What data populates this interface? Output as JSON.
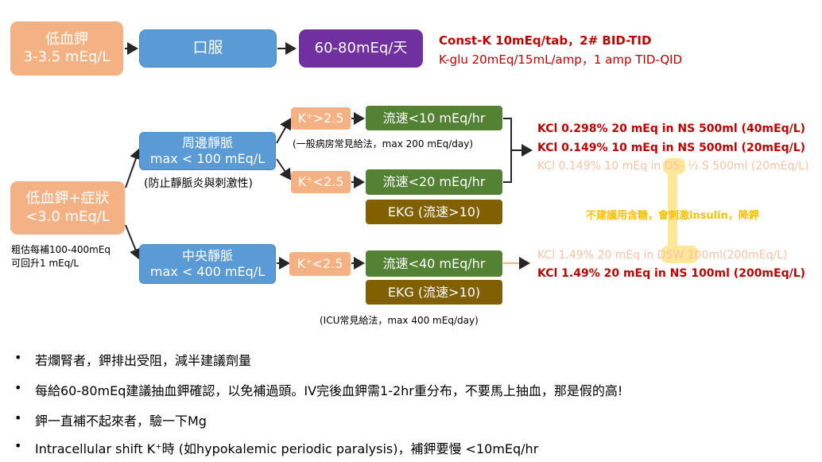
{
  "hypoK_mild": {
    "line1": "低血鉀",
    "line2": "3-3.5 mEq/L"
  },
  "oral": {
    "label": "口服"
  },
  "oral_dose": {
    "label": "60-80mEq/天"
  },
  "oral_regimen": {
    "line1": "Const-K 10mEq/tab，2# BID-TID",
    "line2": "K-glu 20mEq/15mL/amp，1 amp TID-QID"
  },
  "hypoK_sym": {
    "line1": "低血鉀+症狀",
    "line2": "<3.0 mEq/L"
  },
  "estimate_note": {
    "line1": "粗估每補100-400mEq",
    "line2": "可回升1 mEq/L"
  },
  "peripheral": {
    "line1": "周邊靜脈",
    "line2": "max < 100 mEq/L",
    "note": "(防止靜脈炎與刺激性)"
  },
  "central": {
    "line1": "中央靜脈",
    "line2": "max < 400 mEq/L"
  },
  "k_gt_25": {
    "label": "K⁺>2.5"
  },
  "k_lt_25_a": {
    "label": "K⁺<2.5"
  },
  "k_lt_25_b": {
    "label": "K⁺<2.5"
  },
  "rate_10": {
    "label": "流速<10 mEq/hr"
  },
  "rate_20": {
    "label": "流速<20 mEq/hr"
  },
  "rate_40": {
    "label": "流速<40 mEq/hr"
  },
  "ekg_a": {
    "label": "EKG (流速>10)"
  },
  "ekg_b": {
    "label": "EKG (流速>10)"
  },
  "ward_note": {
    "label": "(一般病房常見給法，max 200 mEq/day)"
  },
  "icu_note": {
    "label": "(ICU常見給法，max 400 mEq/day)"
  },
  "kcl_peripheral": [
    "KCl 0.298% 20 mEq in NS 500ml (40mEq/L)",
    "KCl 0.149% 10 mEq in NS 500ml (20mEq/L)",
    "KCl 0.149% 10 mEq in D5- ⅓ S 500ml (20mEq/L)"
  ],
  "glucose_warning": {
    "label": "不建議用含糖，會刺激insulin，降鉀"
  },
  "kcl_central": [
    "KCl 1.49% 20 mEq in D5W 100ml(200mEq/L)",
    "KCl 1.49% 20 mEq in NS 100ml (200mEq/L)"
  ],
  "bullets": [
    "若爛腎者，鉀排出受阻，減半建議劑量",
    "每給60-80mEq建議抽血鉀確認，以免補過頭。IV完後血鉀需1-2hr重分布，不要馬上抽血，那是假的高!",
    "鉀一直補不起來者，驗一下Mg",
    "Intracellular shift K⁺時 (如hypokalemic periodic paralysis)，補鉀要慢 <10mEq/hr"
  ],
  "colors": {
    "orange": "#f4b183",
    "blue": "#5b9bd5",
    "purple": "#7030a0",
    "green": "#548235",
    "olive": "#806000",
    "red": "#c00000",
    "highlight": "#ffe699",
    "warning": "#ffc000"
  }
}
